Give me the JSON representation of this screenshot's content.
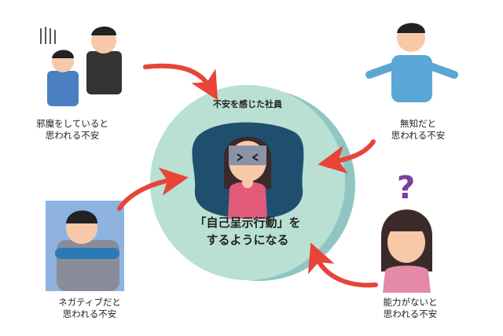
{
  "center": {
    "title": "不安を感じた社員",
    "main_line1": "「自己呈示行動」を",
    "main_line2": "するようになる"
  },
  "anxieties": [
    {
      "line1": "邪魔をしていると",
      "line2": "思われる不安"
    },
    {
      "line1": "無知だと",
      "line2": "思われる不安"
    },
    {
      "line1": "ネガティブだと",
      "line2": "思われる不安"
    },
    {
      "line1": "能力がないと",
      "line2": "思われる不安"
    }
  ],
  "colors": {
    "circle": "#b9e0d2",
    "circle_shadow": "#8fc6c4",
    "blob": "#1f4f6e",
    "arrow": "#e8443a"
  }
}
